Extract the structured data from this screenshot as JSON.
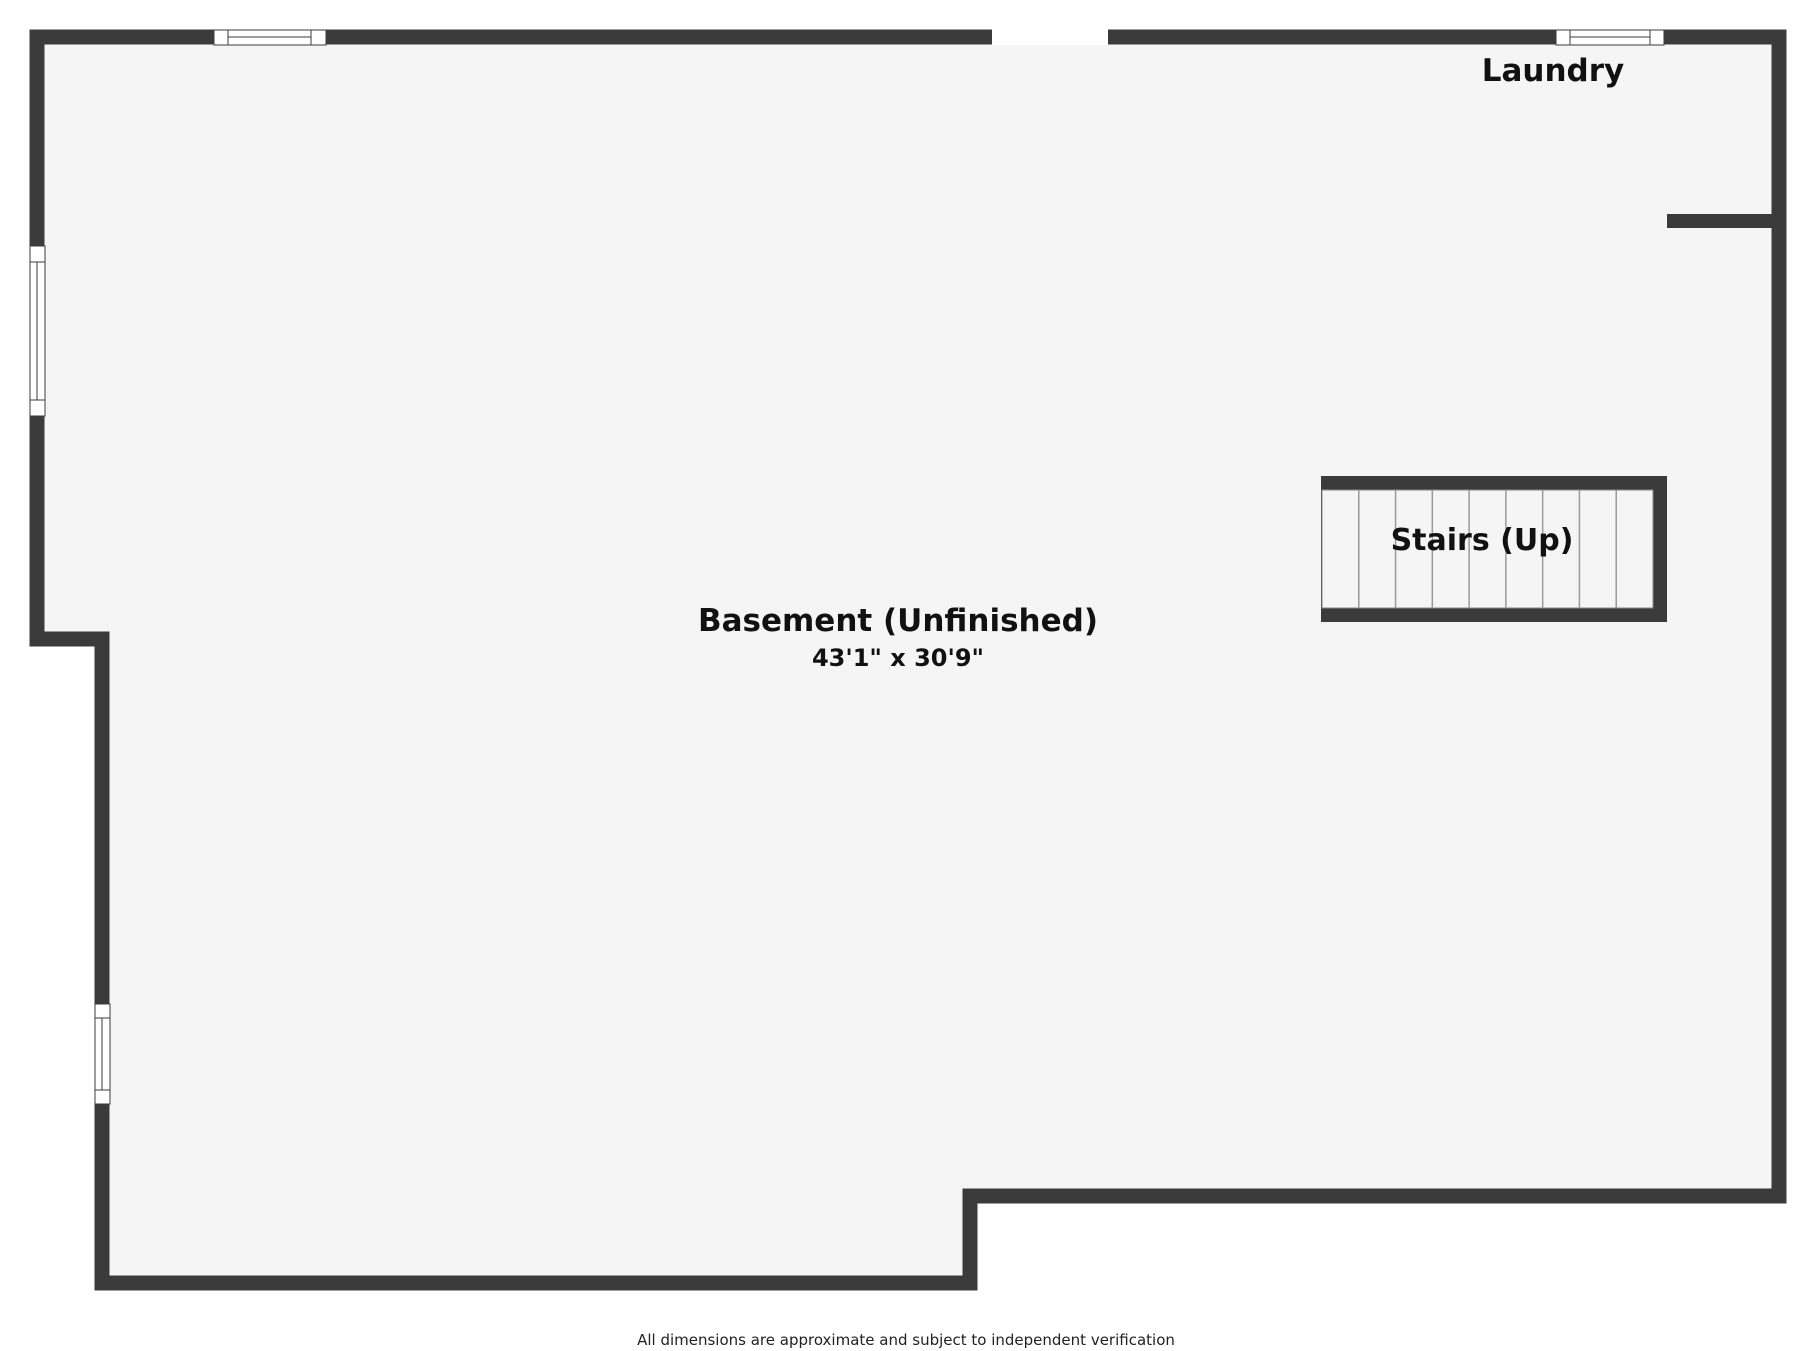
{
  "rooms": {
    "basement": {
      "name": "Basement (Unfinished)",
      "dimensions": "43'1\" x 30'9\""
    },
    "laundry": {
      "name": "Laundry"
    },
    "stairs": {
      "name": "Stairs (Up)"
    }
  },
  "footer": {
    "note": "All dimensions are approximate and subject to independent verification"
  },
  "colors": {
    "wall": "#3b3b3b",
    "floor": "#f5f5f5",
    "window": "#ffffff",
    "text": "#111111"
  }
}
